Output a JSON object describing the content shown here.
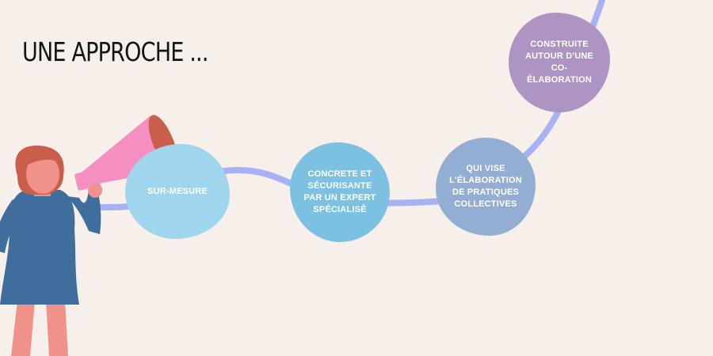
{
  "title": "UNE APPROCHE ...",
  "steps": [
    {
      "label": "SUR-MESURE",
      "color": "#9fd6ee"
    },
    {
      "label": "CONCRETE ET SÉCURISANTE PAR UN EXPERT SPÉCIALISÉ",
      "color": "#7cc0e2"
    },
    {
      "label": "QUI VISE L'ÉLABORATION DE PRATIQUES COLLECTIVES",
      "color": "#93aed2"
    },
    {
      "label": "CONSTRUITE AUTOUR D'UNE CO-ÉLABORATION",
      "color": "#ae94c3"
    }
  ],
  "colors": {
    "background": "#f7efea",
    "path": "#a7b2f5",
    "dress": "#3f6d9e",
    "skin": "#f0928a",
    "hair": "#c95e4a",
    "megaphone": "#f58fc2"
  }
}
